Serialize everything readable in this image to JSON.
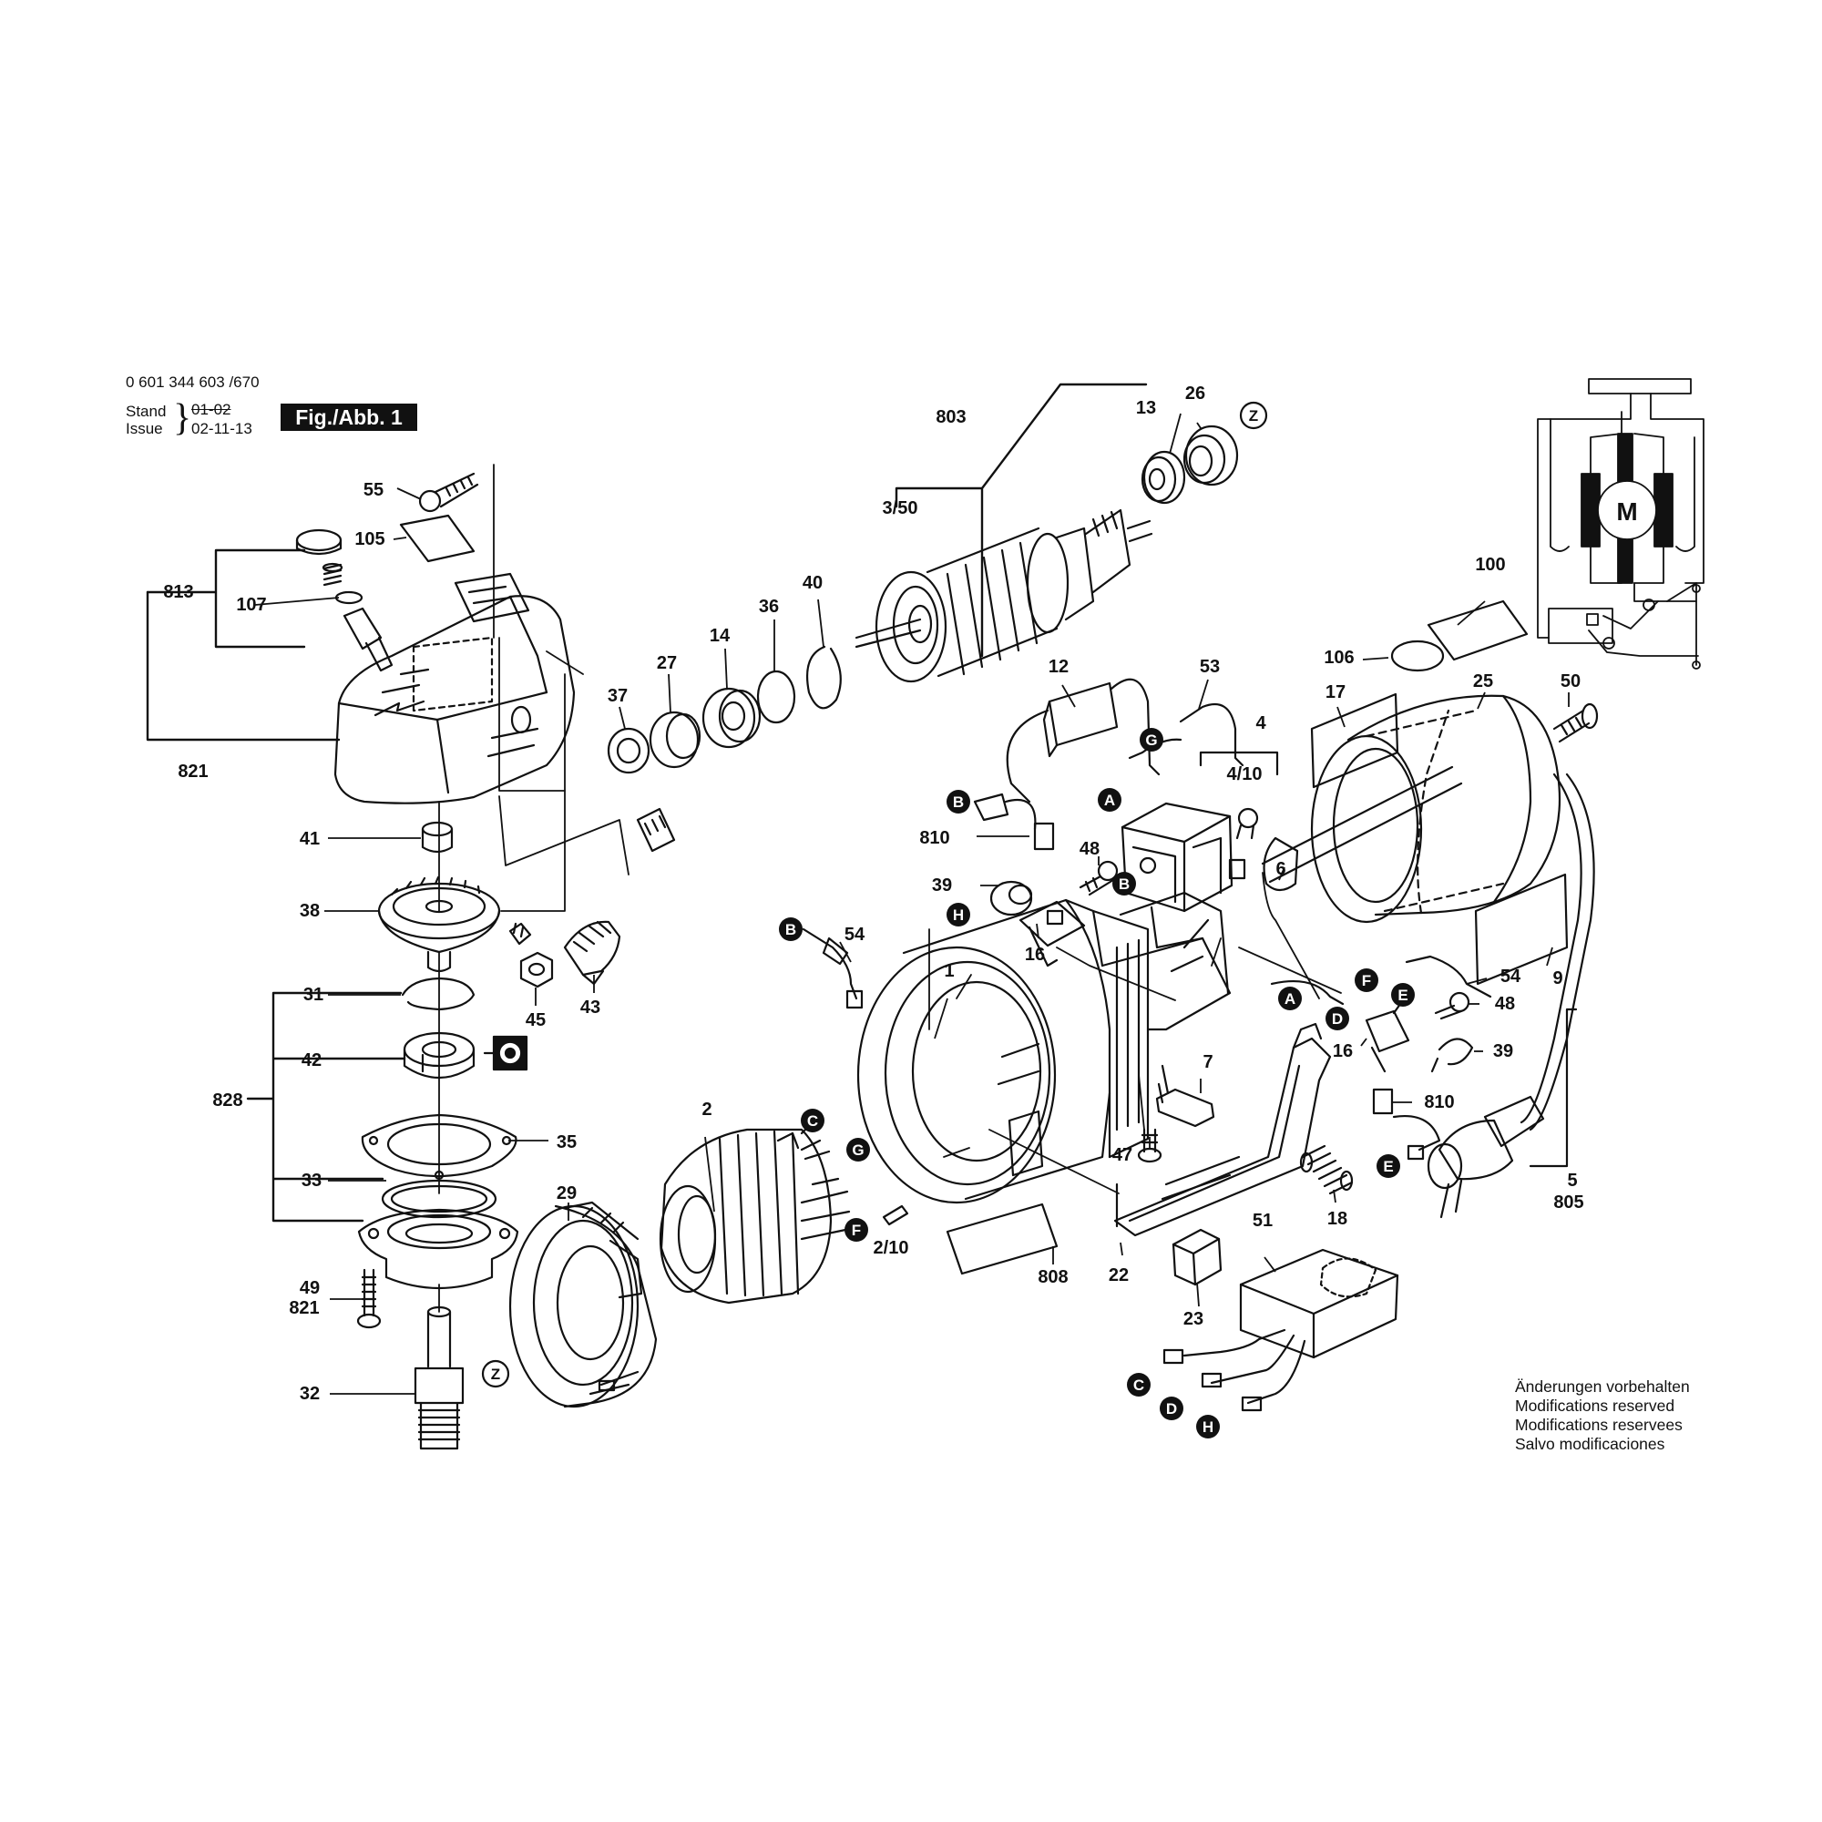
{
  "header": {
    "doc_number": "0 601 344 603 /670",
    "stand_label": "Stand",
    "issue_label": "Issue",
    "stand_date": "01-02",
    "issue_date": "02-11-13",
    "figure_label": "Fig./Abb. 1"
  },
  "modifications": [
    "Änderungen vorbehalten",
    "Modifications reserved",
    "Modifications reservees",
    "Salvo modificaciones"
  ],
  "wiring_diagram": {
    "motor_label": "M"
  },
  "callouts": {
    "c55": "55",
    "c105": "105",
    "c813": "813",
    "c107": "107",
    "c821a": "821",
    "c41": "41",
    "c38": "38",
    "c45": "45",
    "c43": "43",
    "c37": "37",
    "c27": "27",
    "c14": "14",
    "c36": "36",
    "c40": "40",
    "c803": "803",
    "c3_50": "3/50",
    "c13": "13",
    "c26": "26",
    "c31": "31",
    "c42": "42",
    "c828": "828",
    "c35": "35",
    "c33": "33",
    "c49": "49",
    "c821b": "821",
    "c32": "32",
    "c29": "29",
    "c2": "2",
    "c2_10": "2/10",
    "c54a": "54",
    "c1": "1",
    "c808": "808",
    "c22": "22",
    "c23": "23",
    "c12": "12",
    "c53": "53",
    "c4": "4",
    "c4_10": "4/10",
    "c810a": "810",
    "c48a": "48",
    "c39a": "39",
    "c16a": "16",
    "c6": "6",
    "c7": "7",
    "c47": "47",
    "c18": "18",
    "c51": "51",
    "c100": "100",
    "c106": "106",
    "c17": "17",
    "c25": "25",
    "c50": "50",
    "c9": "9",
    "c54b": "54",
    "c48b": "48",
    "c16b": "16",
    "c39b": "39",
    "c810b": "810",
    "c5": "5",
    "c805": "805"
  },
  "connectors": {
    "A": "A",
    "B": "B",
    "C": "C",
    "D": "D",
    "E": "E",
    "F": "F",
    "G": "G",
    "H": "H",
    "Z": "Z"
  }
}
